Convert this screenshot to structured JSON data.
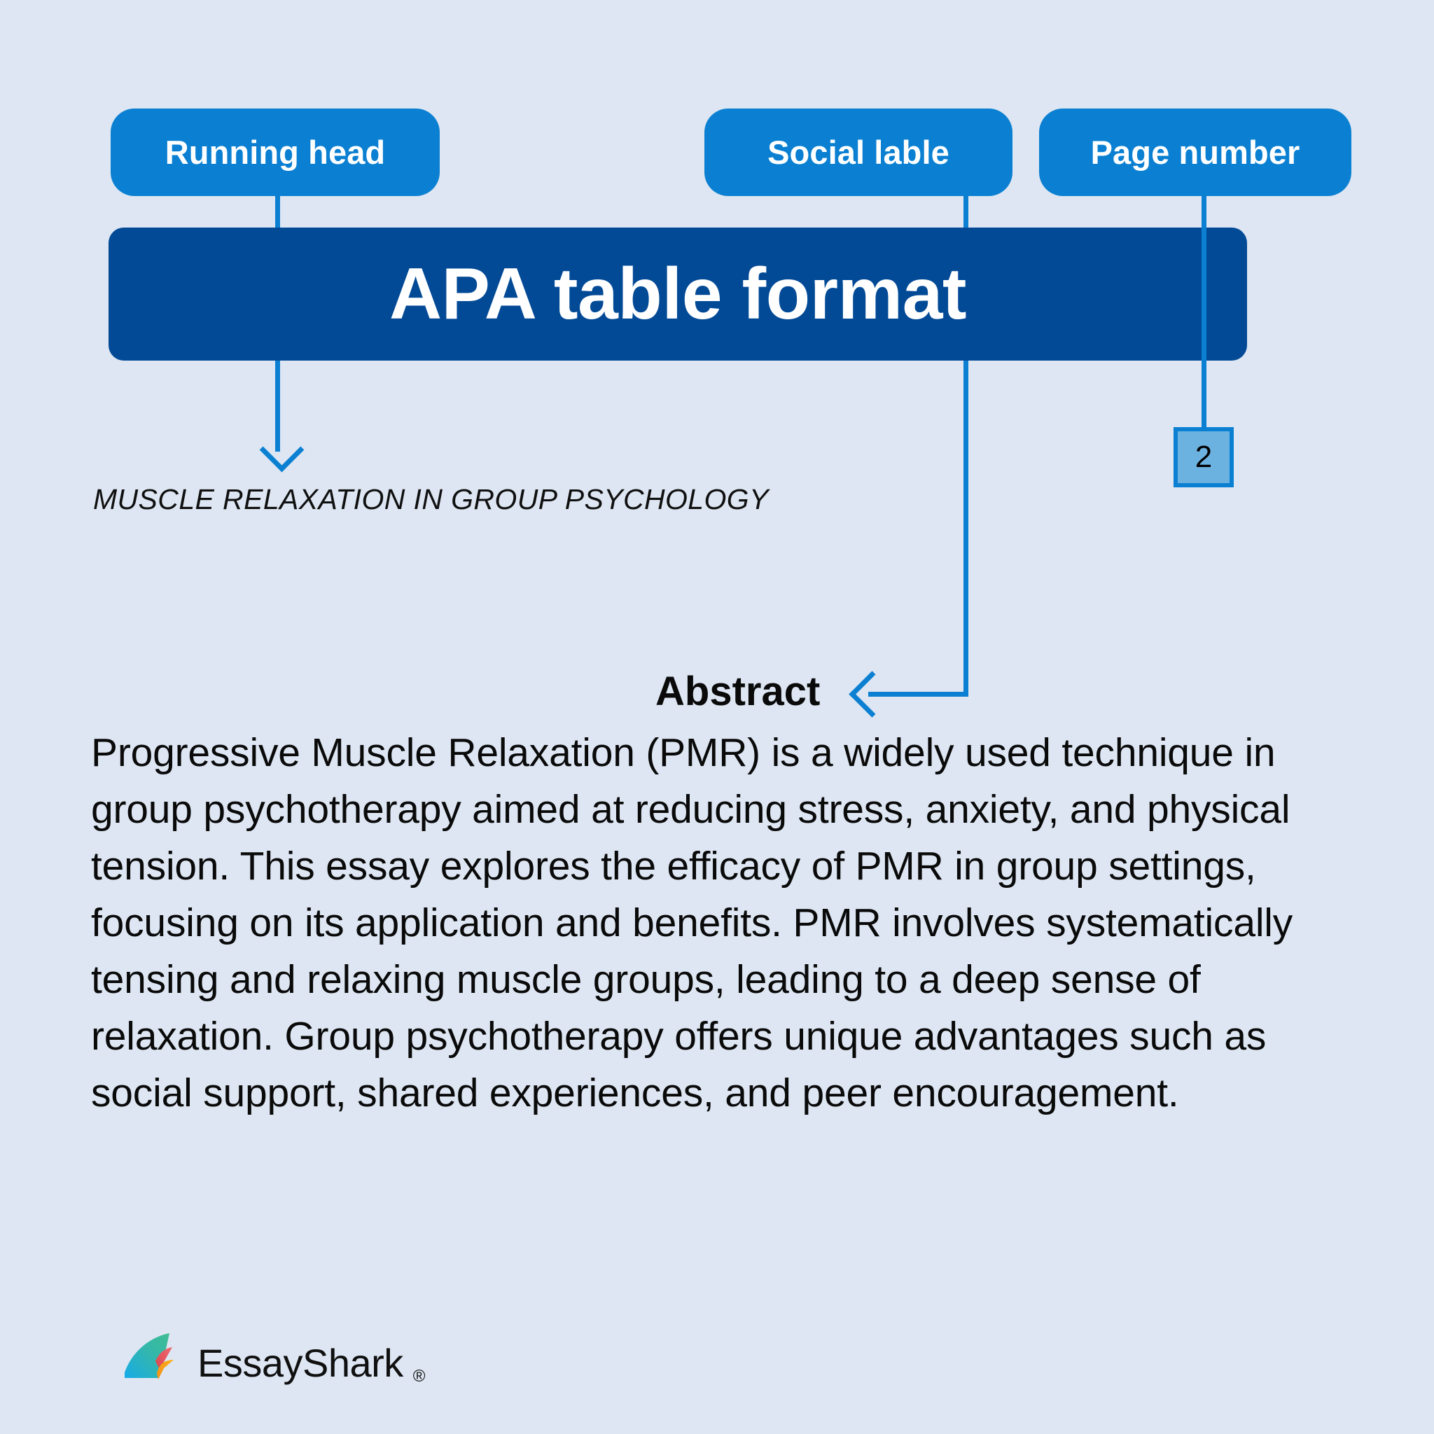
{
  "background_color": "#dde6f2",
  "accent_color": "#0b80d2",
  "title_bar_color": "#034a96",
  "callouts": [
    {
      "label": "Running head"
    },
    {
      "label": "Social lable"
    },
    {
      "label": "Page number"
    }
  ],
  "title": "APA table format",
  "document": {
    "running_head": "MUSCLE RELAXATION IN GROUP PSYCHOLOGY",
    "page_number": "2",
    "section_heading": "Abstract",
    "abstract_text": "Progressive Muscle Relaxation (PMR) is a widely used technique in group psychotherapy aimed at reducing stress, anxiety, and physical tension. This essay explores the efficacy of PMR in group settings, focusing on its application and benefits. PMR involves systematically tensing and relaxing muscle groups, leading to a deep sense of relaxation. Group psychotherapy offers unique advantages such as social support, shared experiences, and peer encouragement."
  },
  "logo": {
    "wordmark": "EssayShark",
    "registered_mark": "®",
    "fin_colors": {
      "gradient_start": "#3bb99a",
      "gradient_end": "#19aee4",
      "accent_red": "#e4606b",
      "accent_orange": "#f9a11b"
    }
  }
}
